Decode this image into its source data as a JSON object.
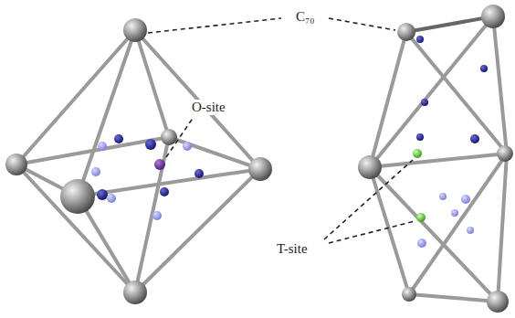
{
  "diagram": {
    "labels": [
      "C₇₀",
      "O-site",
      "T-site"
    ]
  }
}
